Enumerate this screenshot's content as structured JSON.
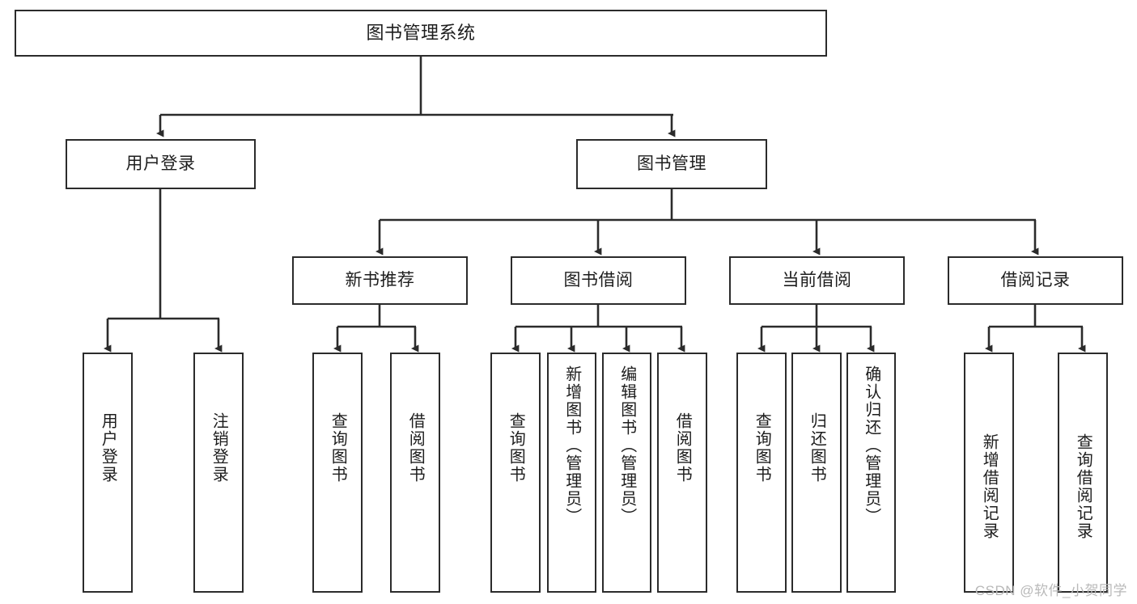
{
  "diagram": {
    "type": "tree-hierarchy",
    "title": "图书管理系统",
    "orientation": "top-down",
    "nodes": {
      "root": {
        "label": "图书管理系统"
      },
      "level2": [
        {
          "id": "user-login",
          "label": "用户登录"
        },
        {
          "id": "book-management",
          "label": "图书管理"
        }
      ],
      "level3": [
        {
          "id": "new-book-recommend",
          "label": "新书推荐"
        },
        {
          "id": "book-borrow",
          "label": "图书借阅"
        },
        {
          "id": "current-borrow",
          "label": "当前借阅"
        },
        {
          "id": "borrow-record",
          "label": "借阅记录"
        }
      ],
      "leaves": {
        "user_login": [
          {
            "id": "leaf-user-login",
            "label": "用户登录"
          },
          {
            "id": "leaf-logout-login",
            "label": "注销登录"
          }
        ],
        "new_book_recommend": [
          {
            "id": "leaf-query-book-1",
            "label": "查询图书"
          },
          {
            "id": "leaf-borrow-book-1",
            "label": "借阅图书"
          }
        ],
        "book_borrow": [
          {
            "id": "leaf-query-book-2",
            "label": "查询图书"
          },
          {
            "id": "leaf-add-book",
            "label": "新增图书（管理员）"
          },
          {
            "id": "leaf-edit-book",
            "label": "编辑图书（管理员）"
          },
          {
            "id": "leaf-borrow-book-2",
            "label": "借阅图书"
          }
        ],
        "current_borrow": [
          {
            "id": "leaf-query-book-3",
            "label": "查询图书"
          },
          {
            "id": "leaf-return-book",
            "label": "归还图书"
          },
          {
            "id": "leaf-confirm-return",
            "label": "确认归还（管理员）"
          }
        ],
        "borrow_record": [
          {
            "id": "leaf-add-record",
            "label": "新增借阅记录"
          },
          {
            "id": "leaf-query-record",
            "label": "查询借阅记录"
          }
        ]
      }
    },
    "colors": {
      "stroke": "#2b2b2b",
      "fill": "#ffffff",
      "text": "#1d1d1d",
      "watermark": "#b9b9b9"
    }
  },
  "watermark": {
    "text": "CSDN @软件_小贺同学"
  }
}
